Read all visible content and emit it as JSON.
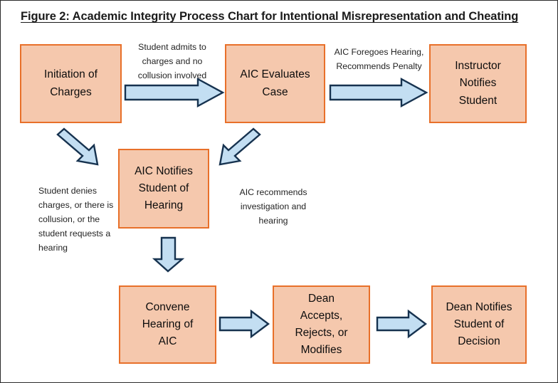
{
  "figure": {
    "title": "Figure 2: Academic Integrity Process Chart for Intentional Misrepresentation and Cheating"
  },
  "colors": {
    "node_fill": "#F5C8AD",
    "node_border": "#E8702A",
    "arrow_fill": "#C3DEF2",
    "arrow_border": "#16324F",
    "text": "#0d0d0d",
    "page_border": "#2b2b2b"
  },
  "nodes": {
    "initiation": {
      "line1": "Initiation of",
      "line2": "Charges"
    },
    "aic_evaluates": {
      "line1": "AIC Evaluates",
      "line2": "Case"
    },
    "instructor_notifies": {
      "line1": "Instructor",
      "line2": "Notifies",
      "line3": "Student"
    },
    "aic_notifies": {
      "line1": "AIC Notifies",
      "line2": "Student of",
      "line3": "Hearing"
    },
    "convene_hearing": {
      "line1": "Convene",
      "line2": "Hearing of",
      "line3": "AIC"
    },
    "dean_decision": {
      "line1": "Dean",
      "line2": "Accepts,",
      "line3": "Rejects, or",
      "line4": "Modifies"
    },
    "dean_notifies": {
      "line1": "Dean Notifies",
      "line2": "Student of",
      "line3": "Decision"
    }
  },
  "edge_labels": {
    "admits": {
      "line1": "Student admits to",
      "line2": "charges and no",
      "line3": "collusion involved"
    },
    "foregoes": {
      "line1": "AIC Foregoes Hearing,",
      "line2": "Recommends Penalty"
    },
    "denies": {
      "line1": "Student denies",
      "line2": "charges, or there",
      "line3": "is collusion, or",
      "line4": "the student",
      "line5": "requests a",
      "line6": "hearing"
    },
    "recommends": {
      "line1": "AIC recommends",
      "line2": "investigation and",
      "line3": "hearing"
    }
  },
  "chart_data": {
    "type": "diagram",
    "title": "Figure 2: Academic Integrity Process Chart for Intentional Misrepresentation and Cheating",
    "diagram_kind": "flowchart",
    "nodes": [
      {
        "id": "initiation",
        "label": "Initiation of Charges",
        "row": 1,
        "col": 1
      },
      {
        "id": "aic_evaluates",
        "label": "AIC Evaluates Case",
        "row": 1,
        "col": 2
      },
      {
        "id": "instructor_notifies",
        "label": "Instructor Notifies Student",
        "row": 1,
        "col": 3
      },
      {
        "id": "aic_notifies",
        "label": "AIC Notifies Student of Hearing",
        "row": 2,
        "col": 1
      },
      {
        "id": "convene_hearing",
        "label": "Convene Hearing of AIC",
        "row": 3,
        "col": 1
      },
      {
        "id": "dean_decision",
        "label": "Dean Accepts, Rejects, or Modifies",
        "row": 3,
        "col": 2
      },
      {
        "id": "dean_notifies",
        "label": "Dean Notifies Student of Decision",
        "row": 3,
        "col": 3
      }
    ],
    "edges": [
      {
        "from": "initiation",
        "to": "aic_evaluates",
        "label": "Student admits to charges and no collusion involved",
        "direction": "right"
      },
      {
        "from": "aic_evaluates",
        "to": "instructor_notifies",
        "label": "AIC Foregoes Hearing, Recommends Penalty",
        "direction": "right"
      },
      {
        "from": "initiation",
        "to": "aic_notifies",
        "label": "Student denies charges, or there is collusion, or the student requests a hearing",
        "direction": "down-right"
      },
      {
        "from": "aic_evaluates",
        "to": "aic_notifies",
        "label": "AIC recommends investigation and hearing",
        "direction": "down-left"
      },
      {
        "from": "aic_notifies",
        "to": "convene_hearing",
        "label": "",
        "direction": "down"
      },
      {
        "from": "convene_hearing",
        "to": "dean_decision",
        "label": "",
        "direction": "right"
      },
      {
        "from": "dean_decision",
        "to": "dean_notifies",
        "label": "",
        "direction": "right"
      }
    ]
  }
}
